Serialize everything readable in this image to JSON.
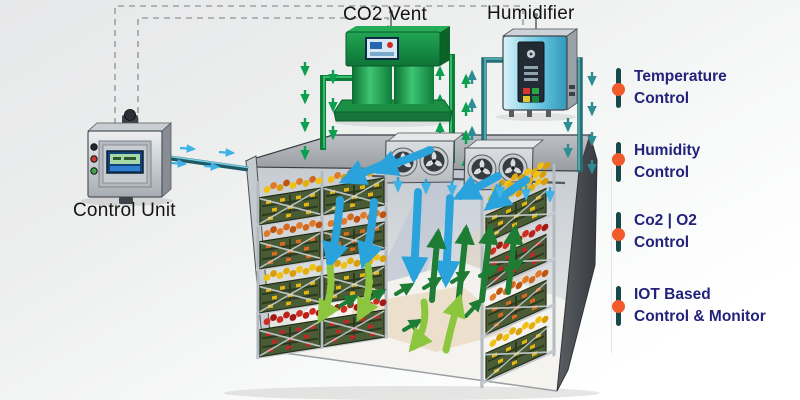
{
  "scene": {
    "labels": {
      "co2_vent": "CO2 Vent",
      "humidifier": "Humidifier",
      "control_unit": "Control Unit"
    },
    "legend": {
      "items": [
        {
          "line1": "Temperature",
          "line2": "Control"
        },
        {
          "line1": "Humidity",
          "line2": "Control"
        },
        {
          "line1": "Co2 | O2",
          "line2": "Control"
        },
        {
          "line1": "IOT Based",
          "line2": "Control & Monitor"
        }
      ]
    },
    "colors": {
      "legend_text": "#23227b",
      "legend_bar": "#17494a",
      "legend_dot": "#f15a2b",
      "co2_pipe_green": "#0d7d39",
      "humidifier_pipe_teal": "#276f74",
      "airflow_cold_blue": "#2aa3dc",
      "airflow_return_dark_green": "#1e7c34",
      "airflow_floor_lime": "#8cc63f",
      "signal_arrow_cyan": "#3fb3e8",
      "co2_machine_green": "#1d9c4c",
      "humidifier_body_blue": "#6cc8e2",
      "room_roof_gray": "#a9aeb3",
      "room_right_wall_dark": "#464a4f"
    },
    "icons": {
      "legend_marker": "slider-with-dot-icon",
      "co2_vent": "co2-scrubber-machine-icon",
      "humidifier": "humidifier-machine-icon",
      "control_unit": "control-panel-box-icon",
      "evaporator": "twin-fan-unit-icon",
      "produce": "fruit-crate-icon",
      "airflow": "curved-arrow-icon"
    }
  }
}
